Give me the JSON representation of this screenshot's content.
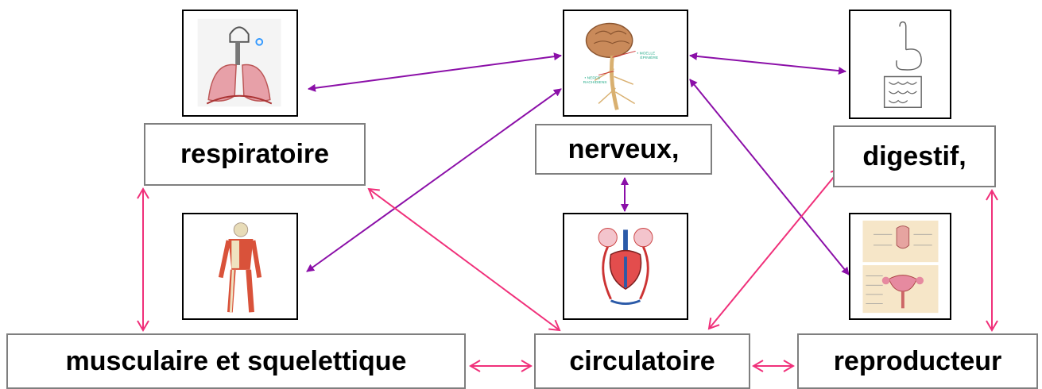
{
  "labels": {
    "respiratoire": "respiratoire",
    "nerveux": "nerveux,",
    "digestif": "digestif,",
    "musculaire": "musculaire et squelettique",
    "circulatoire": "circulatoire",
    "reproducteur": "reproducteur"
  },
  "images": {
    "respiratoire": "lungs-illustration",
    "nerveux": "brain-nervous-illustration",
    "digestif": "digestive-illustration",
    "musculaire": "skeleton-muscle-illustration",
    "circulatoire": "heart-illustration",
    "reproducteur": "reproductive-illustration"
  },
  "nerveux_image_text": {
    "line1": "• MOELLE",
    "line2": "ÉPINIÈRE",
    "line3": "• NERFS",
    "line4": "RACHIDIENS"
  },
  "colors": {
    "purple_arrow": "#8B0FA8",
    "pink_arrow": "#F0307A",
    "label_border": "#7f7f7f",
    "image_border": "#000000"
  },
  "connections": [
    {
      "from": "nerveux",
      "to": "respiratoire",
      "color": "purple"
    },
    {
      "from": "nerveux",
      "to": "digestif",
      "color": "purple"
    },
    {
      "from": "nerveux",
      "to": "musculaire",
      "color": "purple"
    },
    {
      "from": "nerveux",
      "to": "reproducteur",
      "color": "purple"
    },
    {
      "from": "nerveux",
      "to": "circulatoire",
      "color": "purple"
    },
    {
      "from": "respiratoire",
      "to": "musculaire",
      "color": "pink"
    },
    {
      "from": "respiratoire",
      "to": "circulatoire",
      "color": "pink"
    },
    {
      "from": "digestif",
      "to": "circulatoire",
      "color": "pink"
    },
    {
      "from": "digestif",
      "to": "reproducteur",
      "color": "pink"
    },
    {
      "from": "musculaire",
      "to": "circulatoire",
      "color": "pink"
    },
    {
      "from": "circulatoire",
      "to": "reproducteur",
      "color": "pink"
    }
  ]
}
